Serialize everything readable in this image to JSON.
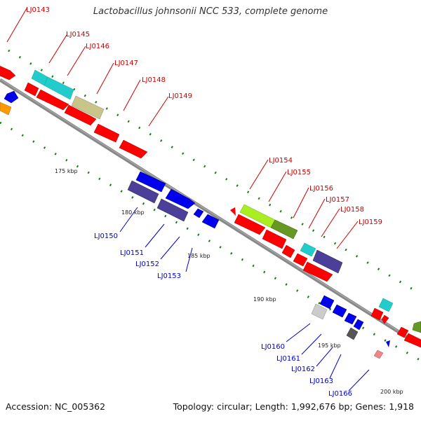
{
  "title": "Lactobacillus johnsonii NCC 533, complete genome",
  "footer": {
    "accession": "Accession: NC_005362",
    "summary": "Topology: circular; Length: 1,992,676 bp; Genes: 1,918"
  },
  "colors": {
    "backbone": "#888888",
    "tick": "#1a7a1a",
    "top_label": "#cc0000",
    "bottom_label": "#0000cc"
  },
  "ticks": [
    {
      "label": "175 kbp"
    },
    {
      "label": "180 kbp"
    },
    {
      "label": "185 kbp"
    },
    {
      "label": "190 kbp"
    },
    {
      "label": "195 kbp"
    },
    {
      "label": "200 kbp"
    }
  ],
  "top_labels": [
    "LJ0143",
    "LJ0145",
    "LJ0146",
    "LJ0147",
    "LJ0148",
    "LJ0149",
    "LJ0154",
    "LJ0155",
    "LJ0156",
    "LJ0157",
    "LJ0158",
    "LJ0159"
  ],
  "bottom_labels": [
    "LJ0150",
    "LJ0151",
    "LJ0152",
    "LJ0153",
    "LJ0160",
    "LJ0161",
    "LJ0162",
    "LJ0163",
    "LJ0166"
  ]
}
